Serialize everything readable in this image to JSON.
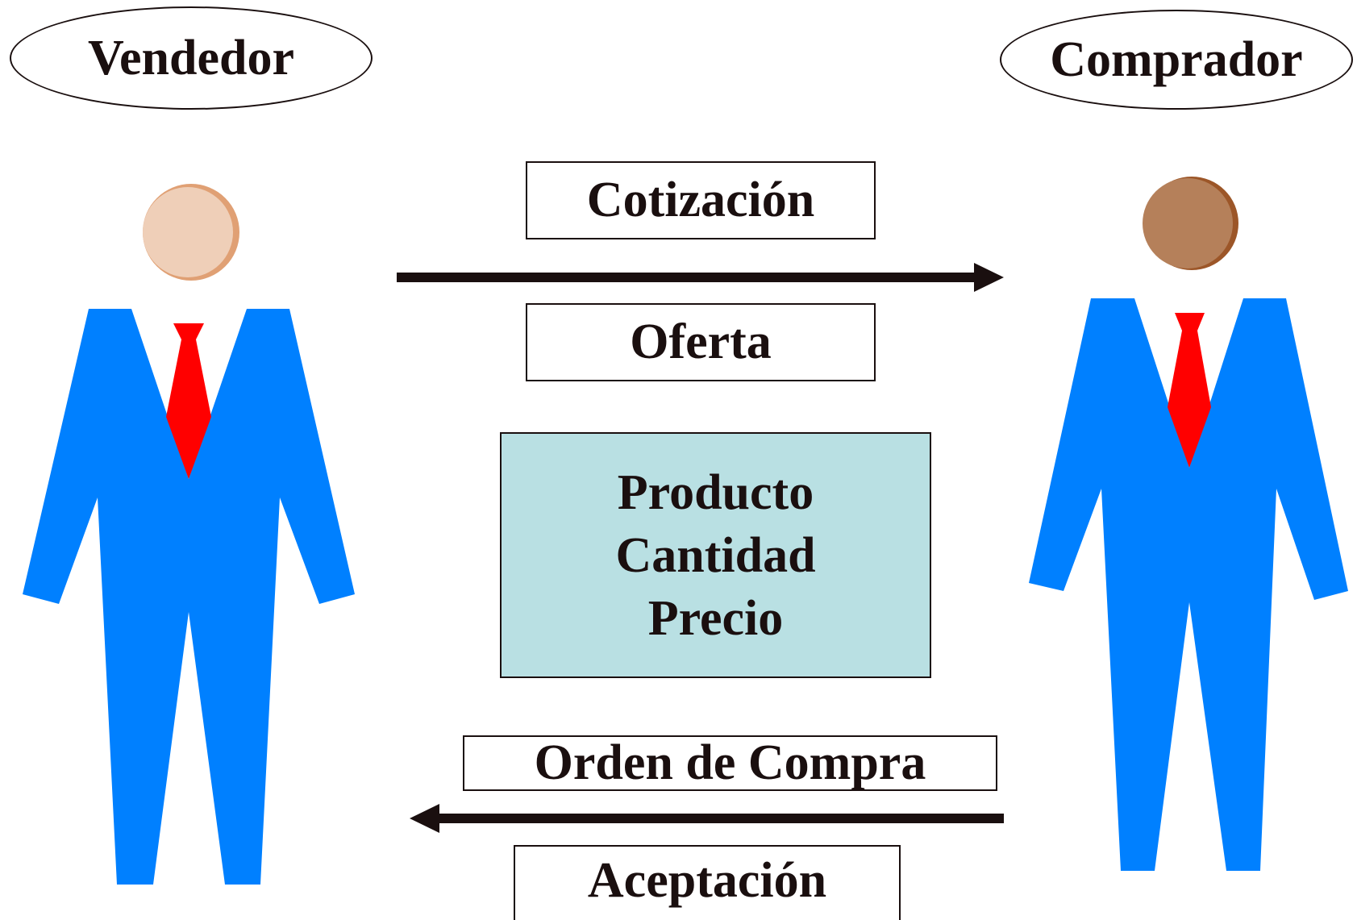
{
  "roles": {
    "seller": "Vendedor",
    "buyer": "Comprador"
  },
  "messages": {
    "quote": "Cotización",
    "offer": "Oferta",
    "purchase_order": "Orden de Compra",
    "acceptance": "Aceptación"
  },
  "terms": [
    "Producto",
    "Cantidad",
    "Precio"
  ],
  "colors": {
    "suit": "#0080ff",
    "tie": "#ff0000",
    "shirt": "#ffffff",
    "seller_head": "#efcfb8",
    "seller_head_shade": "#e0a074",
    "buyer_head": "#b5805a",
    "buyer_head_shade": "#9c5628",
    "terms_box": "#b9e0e3",
    "arrow": "#1a0f0f"
  },
  "icons": {
    "seller": "businessman-figure-icon",
    "buyer": "businessman-figure-icon",
    "to_buyer": "arrow-right-icon",
    "to_seller": "arrow-left-icon"
  }
}
